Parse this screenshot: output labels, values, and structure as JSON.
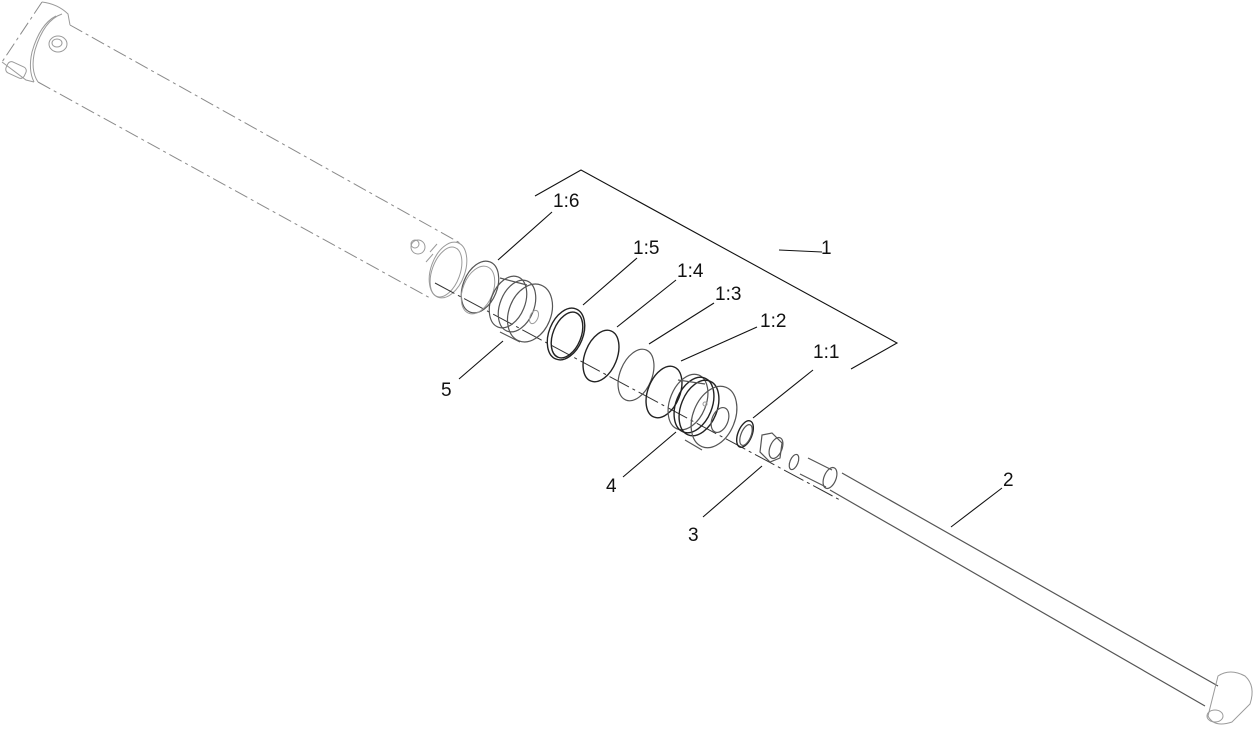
{
  "diagram": {
    "type": "exploded-parts-view",
    "subject": "hydraulic cylinder",
    "colors": {
      "line": "#111111",
      "phantom": "#8a8a8a",
      "background": "#ffffff"
    },
    "callouts": [
      {
        "id": "1",
        "label": "1"
      },
      {
        "id": "1:1",
        "label": "1:1"
      },
      {
        "id": "1:2",
        "label": "1:2"
      },
      {
        "id": "1:3",
        "label": "1:3"
      },
      {
        "id": "1:4",
        "label": "1:4"
      },
      {
        "id": "1:5",
        "label": "1:5"
      },
      {
        "id": "1:6",
        "label": "1:6"
      },
      {
        "id": "2",
        "label": "2"
      },
      {
        "id": "3",
        "label": "3"
      },
      {
        "id": "4",
        "label": "4"
      },
      {
        "id": "5",
        "label": "5"
      }
    ]
  }
}
